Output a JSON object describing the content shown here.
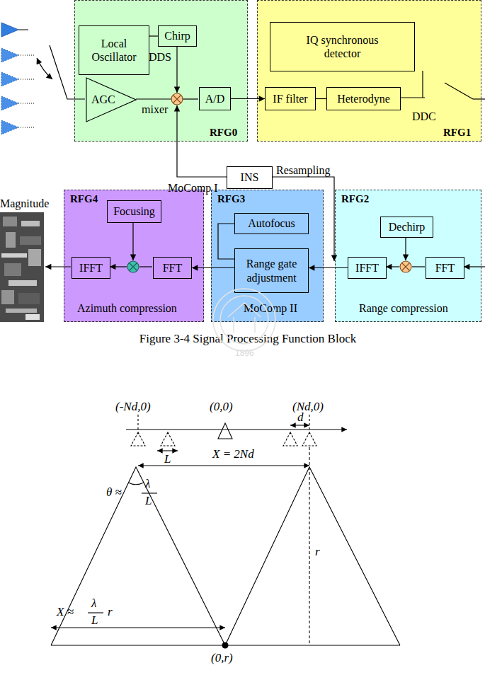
{
  "diagram": {
    "caption": "Figure 3-4 Signal Processing Function Block",
    "nodes": [
      {
        "text": [
          "RFG0"
        ]
      },
      {
        "text": [
          "Local Oscillator"
        ],
        "in": 0
      },
      {
        "text": [
          "Chirp"
        ],
        "in": 0
      },
      {
        "text": [
          "AGC"
        ],
        "in": 0
      },
      {
        "text": [
          "A/D"
        ],
        "in": 0
      },
      {
        "text": [
          "RFG1"
        ]
      },
      {
        "text": [
          "IQ synchronous detector"
        ],
        "in": 5
      },
      {
        "text": [
          "IF filter"
        ],
        "in": 5
      },
      {
        "text": [
          "Heterodyne"
        ],
        "in": 5
      },
      {
        "text": [
          "INS"
        ]
      },
      {
        "text": [
          "RFG4",
          "Azimuth compression"
        ]
      },
      {
        "text": [
          "Focusing"
        ],
        "in": 10
      },
      {
        "text": [
          "IFFT"
        ],
        "in": 10
      },
      {
        "text": [
          "FFT"
        ],
        "in": 10
      },
      {
        "text": [
          "RFG3",
          "MoComp II"
        ]
      },
      {
        "text": [
          "Autofocus"
        ],
        "in": 14
      },
      {
        "text": [
          "Range gate adjustment"
        ],
        "in": 14
      },
      {
        "text": [
          "RFG2",
          "Range compression"
        ]
      },
      {
        "text": [
          "Dechirp"
        ],
        "in": 17
      },
      {
        "text": [
          "IFFT"
        ],
        "in": 17
      },
      {
        "text": [
          "FFT"
        ],
        "in": 17
      }
    ],
    "edges": [
      {
        "from": 1,
        "to": 2,
        "arrow": "none"
      },
      {
        "from": 4,
        "to": 7,
        "arrow": "to"
      },
      {
        "from": 7,
        "to": 8,
        "arrow": "none"
      },
      {
        "from": 15,
        "to": 16,
        "arrow": "none"
      },
      {
        "from": 19,
        "to": 16,
        "arrow": "to"
      },
      {
        "from": 16,
        "to": 13,
        "arrow": "to"
      }
    ],
    "labels": [
      "DDS",
      "mixer",
      "DDC",
      "MoComp I",
      "Resampling",
      "Magnitude",
      "1896",
      "(-Nd,0)",
      "(0,0)",
      "(Nd,0)",
      "d",
      "L",
      "X = 2Nd",
      "θ ≈",
      "λ",
      "L",
      "r",
      "X ≈",
      "λ",
      "L",
      "r",
      "(0,r)"
    ]
  }
}
